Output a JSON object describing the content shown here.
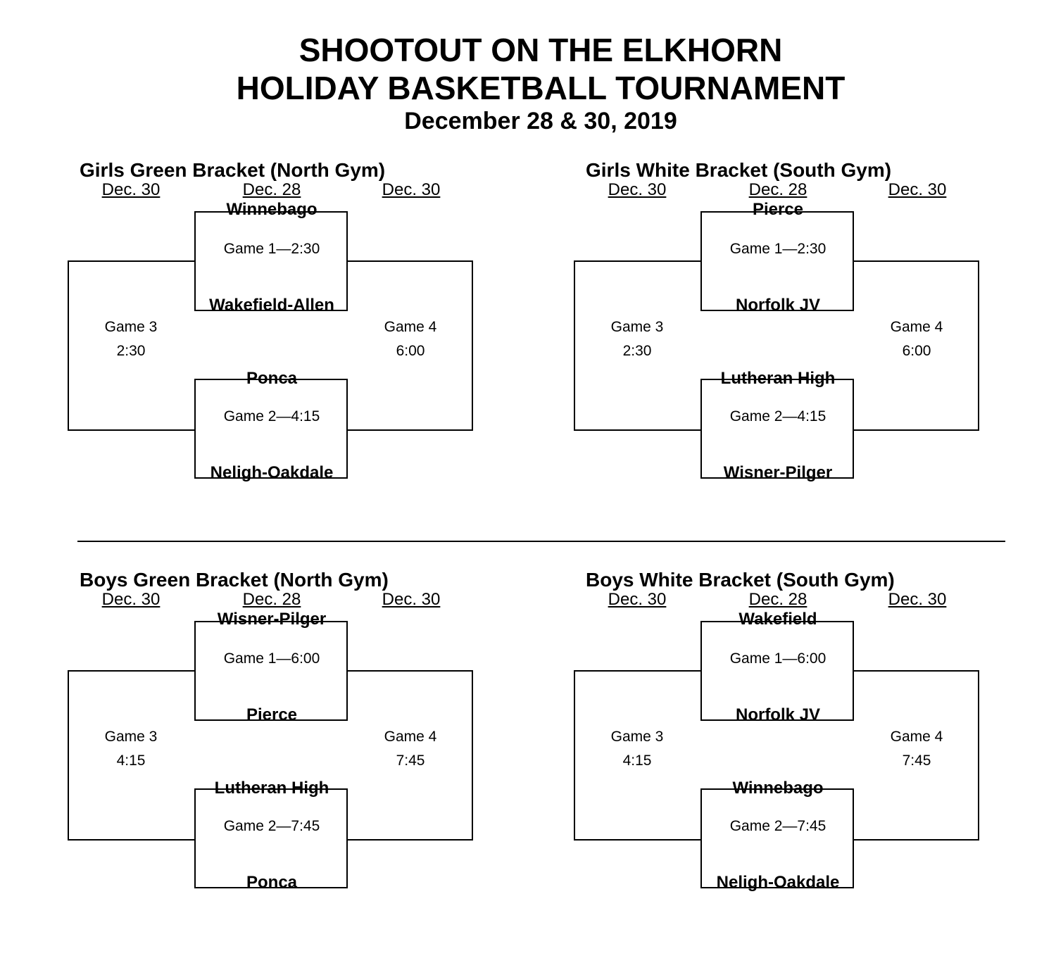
{
  "header": {
    "line1": "SHOOTOUT ON THE ELKHORN",
    "line2": "HOLIDAY BASKETBALL TOURNAMENT",
    "dates": "December 28 & 30, 2019"
  },
  "brackets": [
    {
      "title": "Girls Green Bracket (North Gym)",
      "date_left": "Dec. 30",
      "date_center": "Dec. 28",
      "date_right": "Dec. 30",
      "game1": {
        "label": "Game 1—2:30",
        "team_top": "Winnebago",
        "team_bottom": "Wakefield-Allen"
      },
      "game2": {
        "label": "Game 2—4:15",
        "team_top": "Ponca",
        "team_bottom": "Neligh-Oakdale"
      },
      "game3": {
        "label": "Game 3",
        "time": "2:30"
      },
      "game4": {
        "label": "Game 4",
        "time": "6:00"
      }
    },
    {
      "title": "Girls White Bracket (South Gym)",
      "date_left": "Dec. 30",
      "date_center": "Dec. 28",
      "date_right": "Dec. 30",
      "game1": {
        "label": "Game 1—2:30",
        "team_top": "Pierce",
        "team_bottom": "Norfolk JV"
      },
      "game2": {
        "label": "Game 2—4:15",
        "team_top": "Lutheran High",
        "team_bottom": "Wisner-Pilger"
      },
      "game3": {
        "label": "Game 3",
        "time": "2:30"
      },
      "game4": {
        "label": "Game 4",
        "time": "6:00"
      }
    },
    {
      "title": "Boys Green Bracket (North Gym)",
      "date_left": "Dec. 30",
      "date_center": "Dec. 28",
      "date_right": "Dec. 30",
      "game1": {
        "label": "Game 1—6:00",
        "team_top": "Wisner-Pilger",
        "team_bottom": "Pierce"
      },
      "game2": {
        "label": "Game 2—7:45",
        "team_top": "Lutheran High",
        "team_bottom": "Ponca"
      },
      "game3": {
        "label": "Game 3",
        "time": "4:15"
      },
      "game4": {
        "label": "Game 4",
        "time": "7:45"
      }
    },
    {
      "title": "Boys White Bracket (South Gym)",
      "date_left": "Dec. 30",
      "date_center": "Dec. 28",
      "date_right": "Dec. 30",
      "game1": {
        "label": "Game 1—6:00",
        "team_top": "Wakefield",
        "team_bottom": "Norfolk JV"
      },
      "game2": {
        "label": "Game 2—7:45",
        "team_top": "Winnebago",
        "team_bottom": "Neligh-Oakdale"
      },
      "game3": {
        "label": "Game 3",
        "time": "4:15"
      },
      "game4": {
        "label": "Game 4",
        "time": "7:45"
      }
    }
  ]
}
